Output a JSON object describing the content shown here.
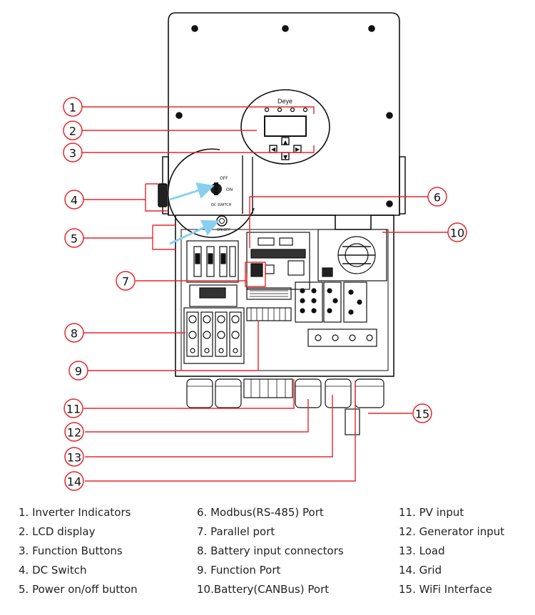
{
  "brand_label": "Deye",
  "panel_labels": {
    "dc_switch_off": "OFF",
    "dc_switch_on": "ON",
    "dc_switch_name": "DC SWITCH",
    "power_button": "ON/OFF"
  },
  "callouts": [
    "1",
    "2",
    "3",
    "4",
    "5",
    "6",
    "7",
    "8",
    "9",
    "10",
    "11",
    "12",
    "13",
    "14",
    "15"
  ],
  "legend": {
    "col1": [
      "1. Inverter Indicators",
      "2. LCD display",
      "3. Function Buttons",
      "4. DC Switch",
      "5. Power on/off button"
    ],
    "col2": [
      "6. Modbus(RS-485) Port",
      "7. Parallel port",
      "8. Battery input connectors",
      "9. Function Port",
      "10.Battery(CANBus) Port"
    ],
    "col3": [
      "11. PV input",
      "12. Generator input",
      "13. Load",
      "14. Grid",
      "15. WiFi Interface"
    ]
  },
  "colors": {
    "callout": "#e8262b",
    "arrow": "#8ad0ee",
    "outline": "#111111"
  }
}
